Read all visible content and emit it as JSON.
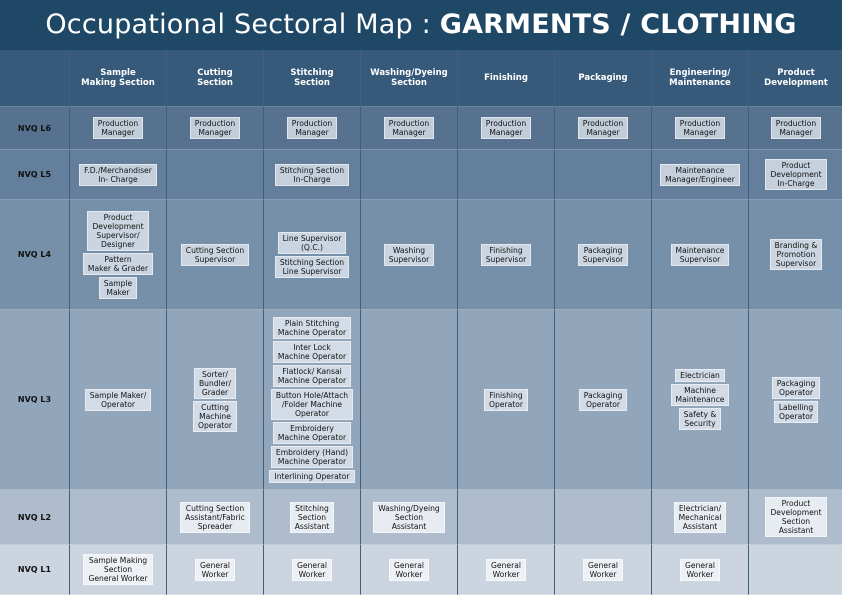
{
  "title": {
    "prefix": "Occupational Sectoral Map : ",
    "bold": "GARMENTS / CLOTHING"
  },
  "columns": [
    "Sample\nMaking Section",
    "Cutting\nSection",
    "Stitching\nSection",
    "Washing/Dyeing\nSection",
    "Finishing",
    "Packaging",
    "Engineering/\nMaintenance",
    "Product\nDevelopment"
  ],
  "rows": [
    {
      "level": "NVQ L6",
      "cells": [
        [
          "Production\nManager"
        ],
        [
          "Production\nManager"
        ],
        [
          "Production\nManager"
        ],
        [
          "Production\nManager"
        ],
        [
          "Production\nManager"
        ],
        [
          "Production\nManager"
        ],
        [
          "Production\nManager"
        ],
        [
          "Production\nManager"
        ]
      ]
    },
    {
      "level": "NVQ L5",
      "cells": [
        [
          "F.D./Merchandiser\nIn- Charge"
        ],
        [],
        [
          "Stitching Section\nIn-Charge"
        ],
        [],
        [],
        [],
        [
          "Maintenance\nManager/Engineer"
        ],
        [
          "Product\nDevelopment\nIn-Charge"
        ]
      ]
    },
    {
      "level": "NVQ L4",
      "cells": [
        [
          "Product\nDevelopment\nSupervisor/\nDesigner",
          "Pattern\nMaker & Grader",
          "Sample\nMaker"
        ],
        [
          "Cutting Section\nSupervisor"
        ],
        [
          "Line Supervisor\n(Q.C.)",
          "Stitching Section\nLine Supervisor"
        ],
        [
          "Washing\nSupervisor"
        ],
        [
          "Finishing\nSupervisor"
        ],
        [
          "Packaging\nSupervisor"
        ],
        [
          "Maintenance\nSupervisor"
        ],
        [
          "Branding &\nPromotion\nSupervisor"
        ]
      ]
    },
    {
      "level": "NVQ L3",
      "cells": [
        [
          "Sample Maker/\nOperator"
        ],
        [
          "Sorter/\nBundler/\nGrader",
          "Cutting\nMachine\nOperator"
        ],
        [
          "Plain Stitching\nMachine Operator",
          "Inter Lock\nMachine Operator",
          "Flatlock/ Kansai\nMachine Operator",
          "Button Hole/Attach\n/Folder Machine\nOperator",
          "Embroidery\nMachine Operator",
          "Embroidery (Hand)\nMachine Operator",
          "Interlining Operator"
        ],
        [],
        [
          "Finishing\nOperator"
        ],
        [
          "Packaging\nOperator"
        ],
        [
          "Electrician",
          "Machine\nMaintenance",
          "Safety &\nSecurity"
        ],
        [
          "Packaging\nOperator",
          "Labelling\nOperator"
        ]
      ]
    },
    {
      "level": "NVQ L2",
      "cells": [
        [],
        [
          "Cutting Section\nAssistant/Fabric\nSpreader"
        ],
        [
          "Stitching\nSection\nAssistant"
        ],
        [
          "Washing/Dyeing\nSection\nAssistant"
        ],
        [],
        [],
        [
          "Electrician/\nMechanical\nAssistant"
        ],
        [
          "Product\nDevelopment\nSection\nAssistant"
        ]
      ]
    },
    {
      "level": "NVQ L1",
      "cells": [
        [
          "Sample Making\nSection\nGeneral Worker"
        ],
        [
          "General\nWorker"
        ],
        [
          "General\nWorker"
        ],
        [
          "General\nWorker"
        ],
        [
          "General\nWorker"
        ],
        [
          "General\nWorker"
        ],
        [
          "General\nWorker"
        ],
        []
      ]
    }
  ]
}
